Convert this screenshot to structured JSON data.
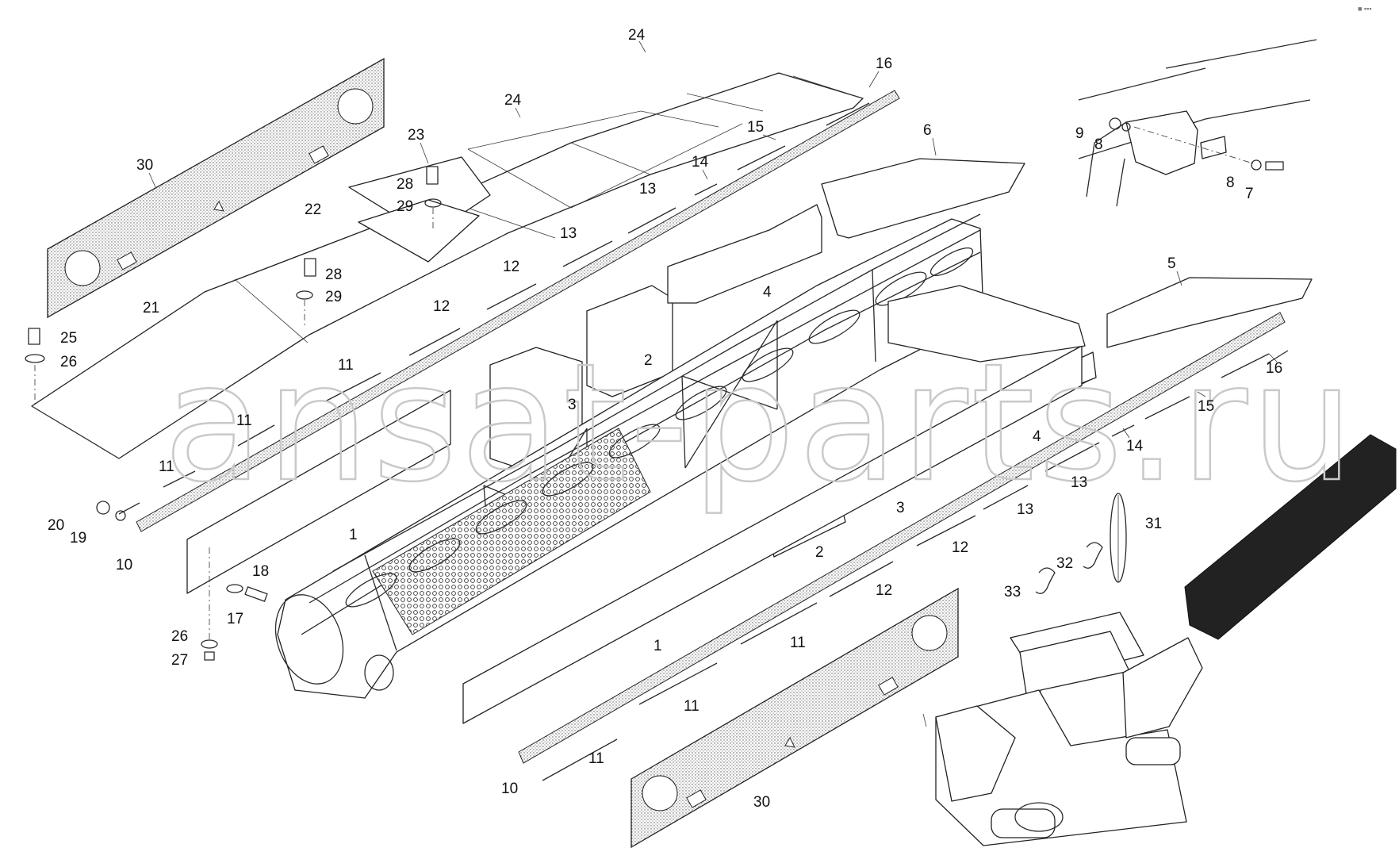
{
  "watermark": "ansat-parts.ru",
  "corner_mark": "■ ▪▪▪",
  "callouts": [
    {
      "id": "c30a",
      "text": "30"
    },
    {
      "id": "c30b",
      "text": "30"
    },
    {
      "id": "c24a",
      "text": "24"
    },
    {
      "id": "c24b",
      "text": "24"
    },
    {
      "id": "c16a",
      "text": "16"
    },
    {
      "id": "c16b",
      "text": "16"
    },
    {
      "id": "c23",
      "text": "23"
    },
    {
      "id": "c28a",
      "text": "28"
    },
    {
      "id": "c28b",
      "text": "28"
    },
    {
      "id": "c29a",
      "text": "29"
    },
    {
      "id": "c29b",
      "text": "29"
    },
    {
      "id": "c22",
      "text": "22"
    },
    {
      "id": "c21",
      "text": "21"
    },
    {
      "id": "c25",
      "text": "25"
    },
    {
      "id": "c26a",
      "text": "26"
    },
    {
      "id": "c26b",
      "text": "26"
    },
    {
      "id": "c27",
      "text": "27"
    },
    {
      "id": "c15a",
      "text": "15"
    },
    {
      "id": "c15b",
      "text": "15"
    },
    {
      "id": "c14a",
      "text": "14"
    },
    {
      "id": "c14b",
      "text": "14"
    },
    {
      "id": "c13a",
      "text": "13"
    },
    {
      "id": "c13b",
      "text": "13"
    },
    {
      "id": "c13c",
      "text": "13"
    },
    {
      "id": "c13d",
      "text": "13"
    },
    {
      "id": "c12a",
      "text": "12"
    },
    {
      "id": "c12b",
      "text": "12"
    },
    {
      "id": "c12c",
      "text": "12"
    },
    {
      "id": "c12d",
      "text": "12"
    },
    {
      "id": "c11a",
      "text": "11"
    },
    {
      "id": "c11b",
      "text": "11"
    },
    {
      "id": "c11c",
      "text": "11"
    },
    {
      "id": "c11d",
      "text": "11"
    },
    {
      "id": "c11e",
      "text": "11"
    },
    {
      "id": "c11f",
      "text": "11"
    },
    {
      "id": "c10a",
      "text": "10"
    },
    {
      "id": "c10b",
      "text": "10"
    },
    {
      "id": "c20",
      "text": "20"
    },
    {
      "id": "c19",
      "text": "19"
    },
    {
      "id": "c18",
      "text": "18"
    },
    {
      "id": "c17",
      "text": "17"
    },
    {
      "id": "c6",
      "text": "6"
    },
    {
      "id": "c5",
      "text": "5"
    },
    {
      "id": "c4a",
      "text": "4"
    },
    {
      "id": "c4b",
      "text": "4"
    },
    {
      "id": "c3a",
      "text": "3"
    },
    {
      "id": "c3b",
      "text": "3"
    },
    {
      "id": "c2a",
      "text": "2"
    },
    {
      "id": "c2b",
      "text": "2"
    },
    {
      "id": "c1a",
      "text": "1"
    },
    {
      "id": "c1b",
      "text": "1"
    },
    {
      "id": "c9",
      "text": "9"
    },
    {
      "id": "c8a",
      "text": "8"
    },
    {
      "id": "c8b",
      "text": "8"
    },
    {
      "id": "c7",
      "text": "7"
    },
    {
      "id": "c31",
      "text": "31"
    },
    {
      "id": "c32",
      "text": "32"
    },
    {
      "id": "c33",
      "text": "33"
    }
  ]
}
